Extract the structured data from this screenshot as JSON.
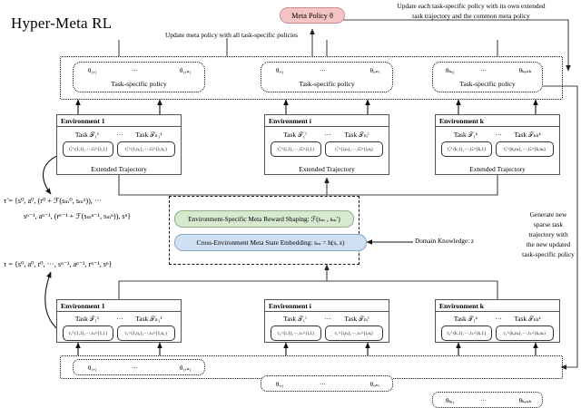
{
  "diagram": {
    "title": "Hyper-Meta RL",
    "meta_policy": {
      "label": "Meta Policy θ",
      "color": "#f4c3c3"
    },
    "captions": {
      "update_meta": "Update meta policy with all task-specific policies",
      "update_each_line1": "Update each task-specific policy with its own extended",
      "update_each_line2": "task trajectory and the common meta policy",
      "generate_line1": "Generate new",
      "generate_line2": "sparse task",
      "generate_line3": "trajectory with",
      "generate_line4": "the new updated",
      "generate_line5": "task-specific policy"
    },
    "policy_band": {
      "boxes": [
        {
          "theta_left": "θ₁,₁",
          "dots": "···",
          "theta_right": "θ₁,ₙ₁",
          "label": "Task-specific policy"
        },
        {
          "theta_left": "θᵢ,₁",
          "dots": "···",
          "theta_right": "θᵢ,ₙᵢ",
          "label": "Task-specific policy"
        },
        {
          "theta_left": "θₖ,₁",
          "dots": "···",
          "theta_right": "θₖ,ₙₖ",
          "label": "Task-specific policy"
        }
      ]
    },
    "top_envs": [
      {
        "name": "Environment 1",
        "task_left": "Task 𝒯₁¹",
        "task_right": "Task 𝒯ₙ₁¹",
        "traj_left": "τ̃₁^{1,1},···,τ̃ₙ^{1,1}",
        "traj_right": "τ̃₁^{1,n₁},···,τ̃ₙ^{1,n₁}",
        "footer": "Extended Trajectory",
        "dots": "···"
      },
      {
        "name": "Environment i",
        "task_left": "Task 𝒯₁ⁱ",
        "task_right": "Task 𝒯ₙᵢⁱ",
        "traj_left": "τ̃₁^{i,1},···,τ̃ₙ^{i,1}",
        "traj_right": "τ̃₁^{i,nᵢ},···,τ̃ₙ^{i,nᵢ}",
        "footer": "Extended Trajectory",
        "dots": "···"
      },
      {
        "name": "Environment k",
        "task_left": "Task 𝒯₁ᵏ",
        "task_right": "Task 𝒯ₙₖᵏ",
        "traj_left": "τ̃₁^{k,1},···,τ̃ₙ^{k,1}",
        "traj_right": "τ̃₁^{k,nₖ},···,τ̃ₙ^{k,nₖ}",
        "footer": "Extended Trajectory",
        "dots": "···"
      }
    ],
    "bottom_envs": [
      {
        "name": "Environment 1",
        "task_left": "Task 𝒯₁¹",
        "task_right": "Task 𝒯ₙ₁¹",
        "traj_left": "τ₁^{1,1},···,τₙ^{1,1}",
        "traj_right": "τ₁^{1,n₁},···,τₙ^{1,n₁}",
        "dots": "···"
      },
      {
        "name": "Environment i",
        "task_left": "Task 𝒯₁ⁱ",
        "task_right": "Task 𝒯ₙᵢⁱ",
        "traj_left": "τ₁^{i,1},···,τₙ^{i,1}",
        "traj_right": "τ₁^{i,nᵢ},···,τₙ^{i,nᵢ}",
        "dots": "···"
      },
      {
        "name": "Environment k",
        "task_left": "Task 𝒯₁ᵏ",
        "task_right": "Task 𝒯ₙₖᵏ",
        "traj_left": "τ₁^{k,1},···,τₙ^{k,1}",
        "traj_right": "τ₁^{k,nₖ},···,τₙ^{k,nₖ}",
        "dots": "···"
      }
    ],
    "theta_strips": [
      {
        "theta_left": "θ₁,₁",
        "dots": "···",
        "theta_right": "θ₁,ₙ₁"
      },
      {
        "theta_left": "θᵢ,₁",
        "dots": "···",
        "theta_right": "θᵢ,ₙᵢ"
      },
      {
        "theta_left": "θₖ,₁",
        "dots": "···",
        "theta_right": "θₖ,ₙₖ"
      }
    ],
    "formulas": {
      "tau_tilde_line1": "τ̃ = {s⁰, a⁰, (r⁰ + ℱ(sₘ⁰, sₘ¹)), ···",
      "tau_tilde_line2": "sⁿ⁻¹, aⁿ⁻¹, (rⁿ⁻¹ + ℱ(sₘⁿ⁻¹, sₘⁿ)), sⁿ}",
      "tau": "τ = {s⁰, a⁰, r⁰, ···, sⁿ⁻¹, aⁿ⁻¹, rⁿ⁻¹, sⁿ}"
    },
    "shaping": {
      "reward_shaping": "Environment-Specific Meta Reward Shaping: ℱ(sₘ , sₘ′)",
      "reward_shaping_color": "#d7ead0",
      "state_embedding": "Cross-Environment Meta State Embedding: sₘ = h(s, z)",
      "state_embedding_color": "#cfe0f2",
      "domain_knowledge": "Domain Knowledge:  z"
    }
  }
}
